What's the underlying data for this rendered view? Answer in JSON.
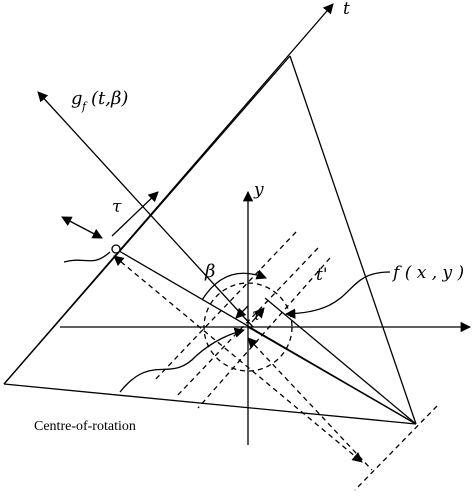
{
  "diagram": {
    "labels": {
      "t_axis": "t",
      "projection": "g",
      "projection_sub": "f",
      "projection_args": "(t,β)",
      "tau": "τ",
      "y_axis": "y",
      "beta": "β",
      "t_prime": "t'",
      "tau_prime": "τ'",
      "object_func": "f ( x , y )",
      "centre": "Centre-of-rotation"
    }
  }
}
